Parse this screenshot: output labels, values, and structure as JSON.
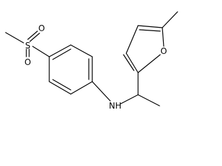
{
  "molecule": {
    "atoms": {
      "sulfur": "S",
      "oxygen_top": "O",
      "oxygen_bottom": "O",
      "amine": "NH",
      "furan_oxygen": "O"
    }
  }
}
